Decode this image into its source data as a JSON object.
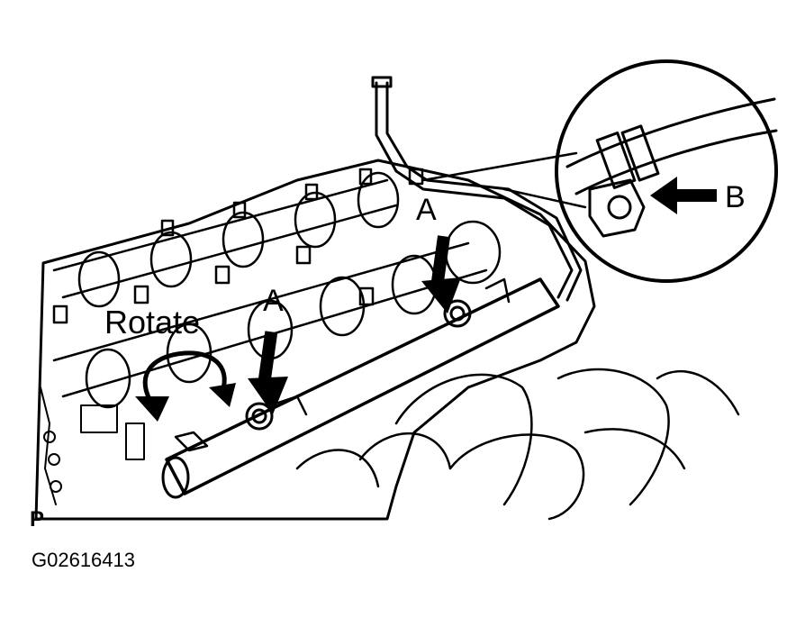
{
  "labels": {
    "rotate": "Rotate",
    "a_left": "A",
    "a_right": "A",
    "b": "B",
    "corner_mark": "P",
    "figure_code": "G02616413"
  },
  "colors": {
    "ink": "#000000",
    "paper": "#ffffff"
  }
}
